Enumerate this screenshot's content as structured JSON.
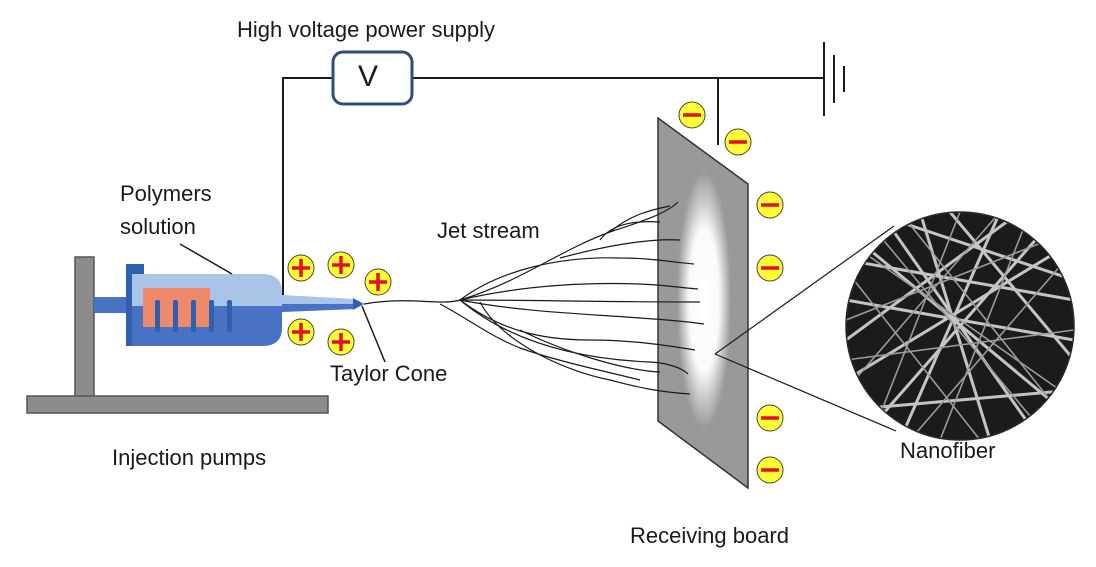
{
  "labels": {
    "power_supply": "High voltage power supply",
    "voltmeter": "V",
    "polymer_line1": "Polymers",
    "polymer_line2": "solution",
    "jet_stream": "Jet stream",
    "taylor_cone": "Taylor Cone",
    "injection_pumps": "Injection pumps",
    "receiving_board": "Receiving board",
    "nanofiber": "Nanofiber"
  },
  "charges": {
    "positive_symbol": "+",
    "negative_symbol": "−"
  },
  "colors": {
    "line": "#1a1a1a",
    "syringe_light": "#a9c4e6",
    "syringe_dark": "#4a72c4",
    "solution": "#ee8a6a",
    "plunger": "#2f5fb0",
    "stand": "#8c8c8c",
    "board": "#999999",
    "charge_fill": "#ffff33",
    "charge_sign": "#e0102a"
  }
}
